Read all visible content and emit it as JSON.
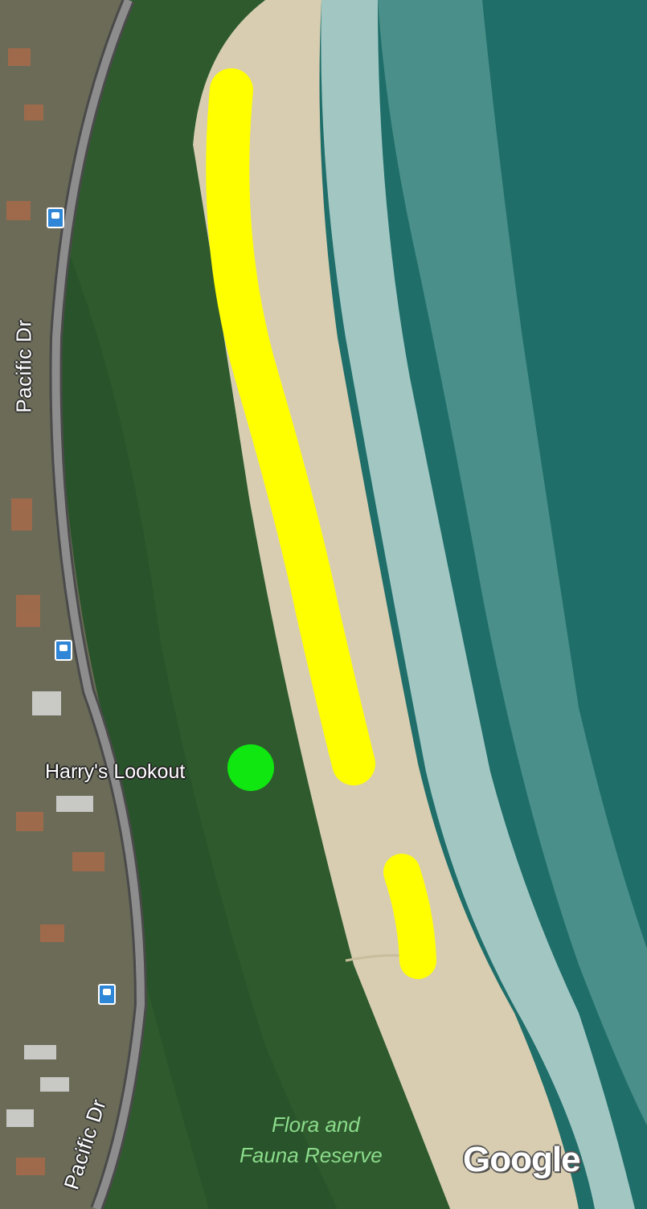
{
  "map": {
    "roads": {
      "upper": "Pacific Dr",
      "lower": "Pacific Dr"
    },
    "poi": {
      "name": "Harry's Lookout",
      "marker_color": "#10e610"
    },
    "reserve": {
      "line1": "Flora and",
      "line2": "Fauna Reserve"
    },
    "attribution": "Google",
    "colors": {
      "highlight": "#ffff00",
      "ocean": "#1f6e6a",
      "forest": "#2f5a2e",
      "sand": "#d8cdb0"
    }
  }
}
